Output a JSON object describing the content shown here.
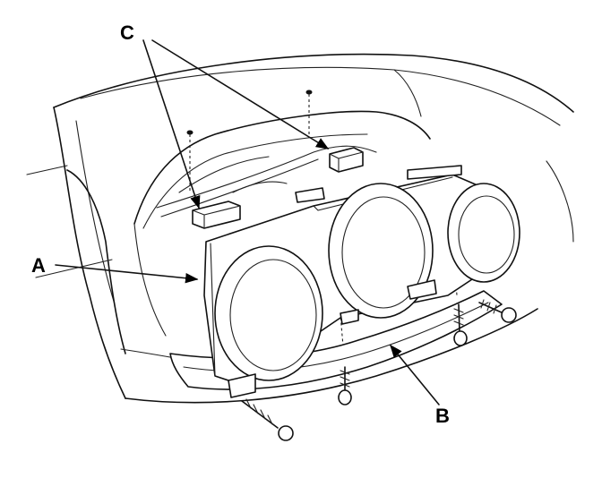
{
  "callouts": {
    "a": "A",
    "b": "B",
    "c": "C"
  },
  "colors": {
    "line": "#111111",
    "background": "#ffffff"
  }
}
